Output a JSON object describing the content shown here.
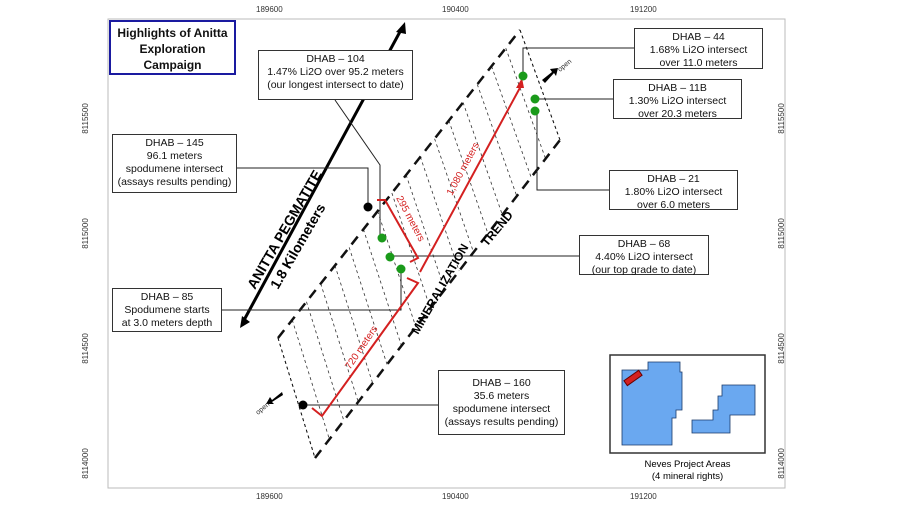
{
  "title": "Highlights of Anitta Exploration Campaign",
  "axes": {
    "x_ticks": [
      "189600",
      "190400",
      "191200"
    ],
    "y_ticks": [
      "8115500",
      "8115000",
      "8114500",
      "8114000"
    ]
  },
  "labels": {
    "pegmatite": "ANITTA PEGMATITE",
    "pegmatite_len": "1.8 Kilometers",
    "mineralization": "MINERALIZATION",
    "trend": "TREND",
    "open1": "open",
    "open2": "open",
    "d720": "720 meters",
    "d295": "295 meters",
    "d1080": "1,080 meters"
  },
  "callouts": {
    "dhab104": [
      "DHAB – 104",
      "1.47% Li2O over 95.2 meters",
      "(our longest intersect to date)"
    ],
    "dhab145": [
      "DHAB – 145",
      "96.1 meters",
      "spodumene intersect",
      "(assays results pending)"
    ],
    "dhab85": [
      "DHAB – 85",
      "Spodumene starts",
      "at 3.0 meters depth"
    ],
    "dhab160": [
      "DHAB – 160",
      "35.6 meters",
      "spodumene intersect",
      "(assays results pending)"
    ],
    "dhab44": [
      "DHAB – 44",
      "1.68% Li2O intersect",
      "over 11.0 meters"
    ],
    "dhab11b": [
      "DHAB – 11B",
      "1.30% Li2O intersect",
      "over 20.3 meters"
    ],
    "dhab21": [
      "DHAB – 21",
      "1.80% Li2O intersect",
      "over 6.0 meters"
    ],
    "dhab68": [
      "DHAB – 68",
      "4.40% Li2O intersect",
      "(our top grade to date)"
    ]
  },
  "inset": {
    "caption": "Neves Project Areas",
    "subcaption": "(4 mineral rights)"
  },
  "colors": {
    "green": "#1a9a1a",
    "red": "#d42020",
    "blue": "#6aa8f0",
    "title_border": "#1a1aa0"
  }
}
